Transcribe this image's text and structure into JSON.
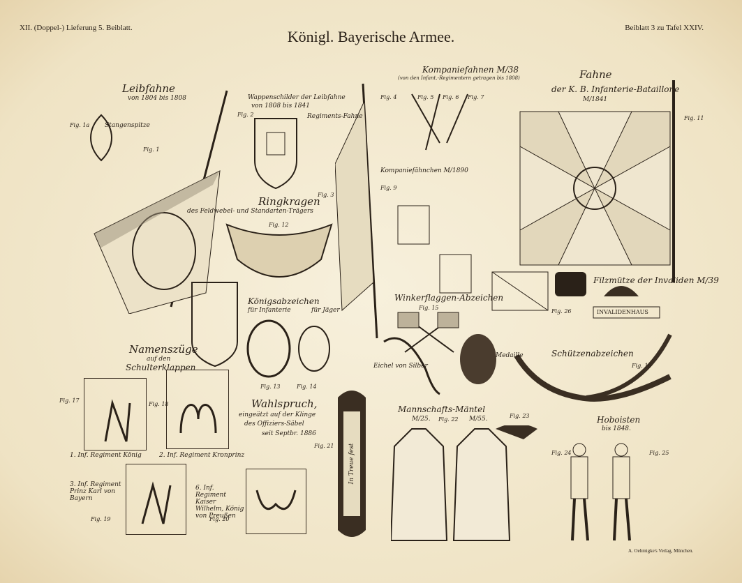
{
  "header": {
    "left": "XII. (Doppel-) Lieferung 5. Beiblatt.",
    "title": "Königl. Bayerische Armee.",
    "right": "Beiblatt 3 zu Tafel XXIV."
  },
  "footer": {
    "publisher": "A. Oehmigke's Verlag, München."
  },
  "labels": {
    "leibfahne": "Leibfahne",
    "leibfahne_sub": "von 1804 bis 1808",
    "stangenspitze": "Stangenspitze",
    "wappenschild": "Wappenschilder der Leibfahne",
    "wappenschild_sub": "von 1808 bis 1841",
    "regimentsfahne": "Regiments-Fahne",
    "ringkragen": "Ringkragen",
    "ringkragen_sub": "des Feldwebel- und Standarten-Trägers",
    "koenigsabzeichen": "Königsabzeichen",
    "koenig_inf": "für Infanterie",
    "koenig_jaeger": "für Jäger",
    "kompaniefahnen": "Kompaniefahnen M/38",
    "kompaniefahnen_sub": "(von den Infant.-Regimentern getragen bis 1808)",
    "fahne": "Fahne",
    "fahne_sub": "der K. B. Infanterie-Bataillone",
    "fahne_m": "M/1841",
    "kompaniefaehnchen": "Kompaniefähnchen M/1890",
    "filzmuetze": "Filzmütze der Invaliden M/39",
    "winkerflaggen": "Winkerflaggen-Abzeichen",
    "schuetzen": "Schützenabzeichen",
    "medaille": "Medaille",
    "eichel": "Eichel von Silber",
    "namenszuege": "Namenszüge",
    "namenszuege_sub1": "auf den",
    "namenszuege_sub2": "Schulterklappen",
    "wahlspruch": "Wahlspruch,",
    "wahlspruch_sub1": "eingeätzt auf der Klinge",
    "wahlspruch_sub2": "des Offiziers-Säbel",
    "wahlspruch_sub3": "seit Septbr. 1886",
    "maentel": "Mannschafts-Mäntel",
    "m1": "M/25.",
    "m2": "M/55.",
    "hoboisten": "Hoboisten",
    "hoboisten_sub": "bis 1848.",
    "reg1": "1. Inf. Regiment König",
    "reg2": "2. Inf. Regiment Kronprinz",
    "reg3": "3. Inf. Regiment Prinz Karl von Bayern",
    "reg6": "6. Inf. Regiment Kaiser Wilhelm, König von Preußen",
    "motto": "In Treue fest",
    "invalidenhaus": "INVALIDENHAUS"
  },
  "figs": [
    "Fig. 1a",
    "Fig. 1",
    "Fig. 2",
    "Fig. 3",
    "Fig. 4",
    "Fig. 5",
    "Fig. 6",
    "Fig. 7",
    "Fig. 9",
    "Fig. 11",
    "Fig. 12",
    "Fig. 13",
    "Fig. 14",
    "Fig. 15",
    "Fig. 16",
    "Fig. 17",
    "Fig. 18",
    "Fig. 19",
    "Fig. 20",
    "Fig. 21",
    "Fig. 22",
    "Fig. 23",
    "Fig. 24",
    "Fig. 25",
    "Fig. 26"
  ],
  "colors": {
    "paper": "#f4ecd6",
    "ink": "#2a2118"
  }
}
